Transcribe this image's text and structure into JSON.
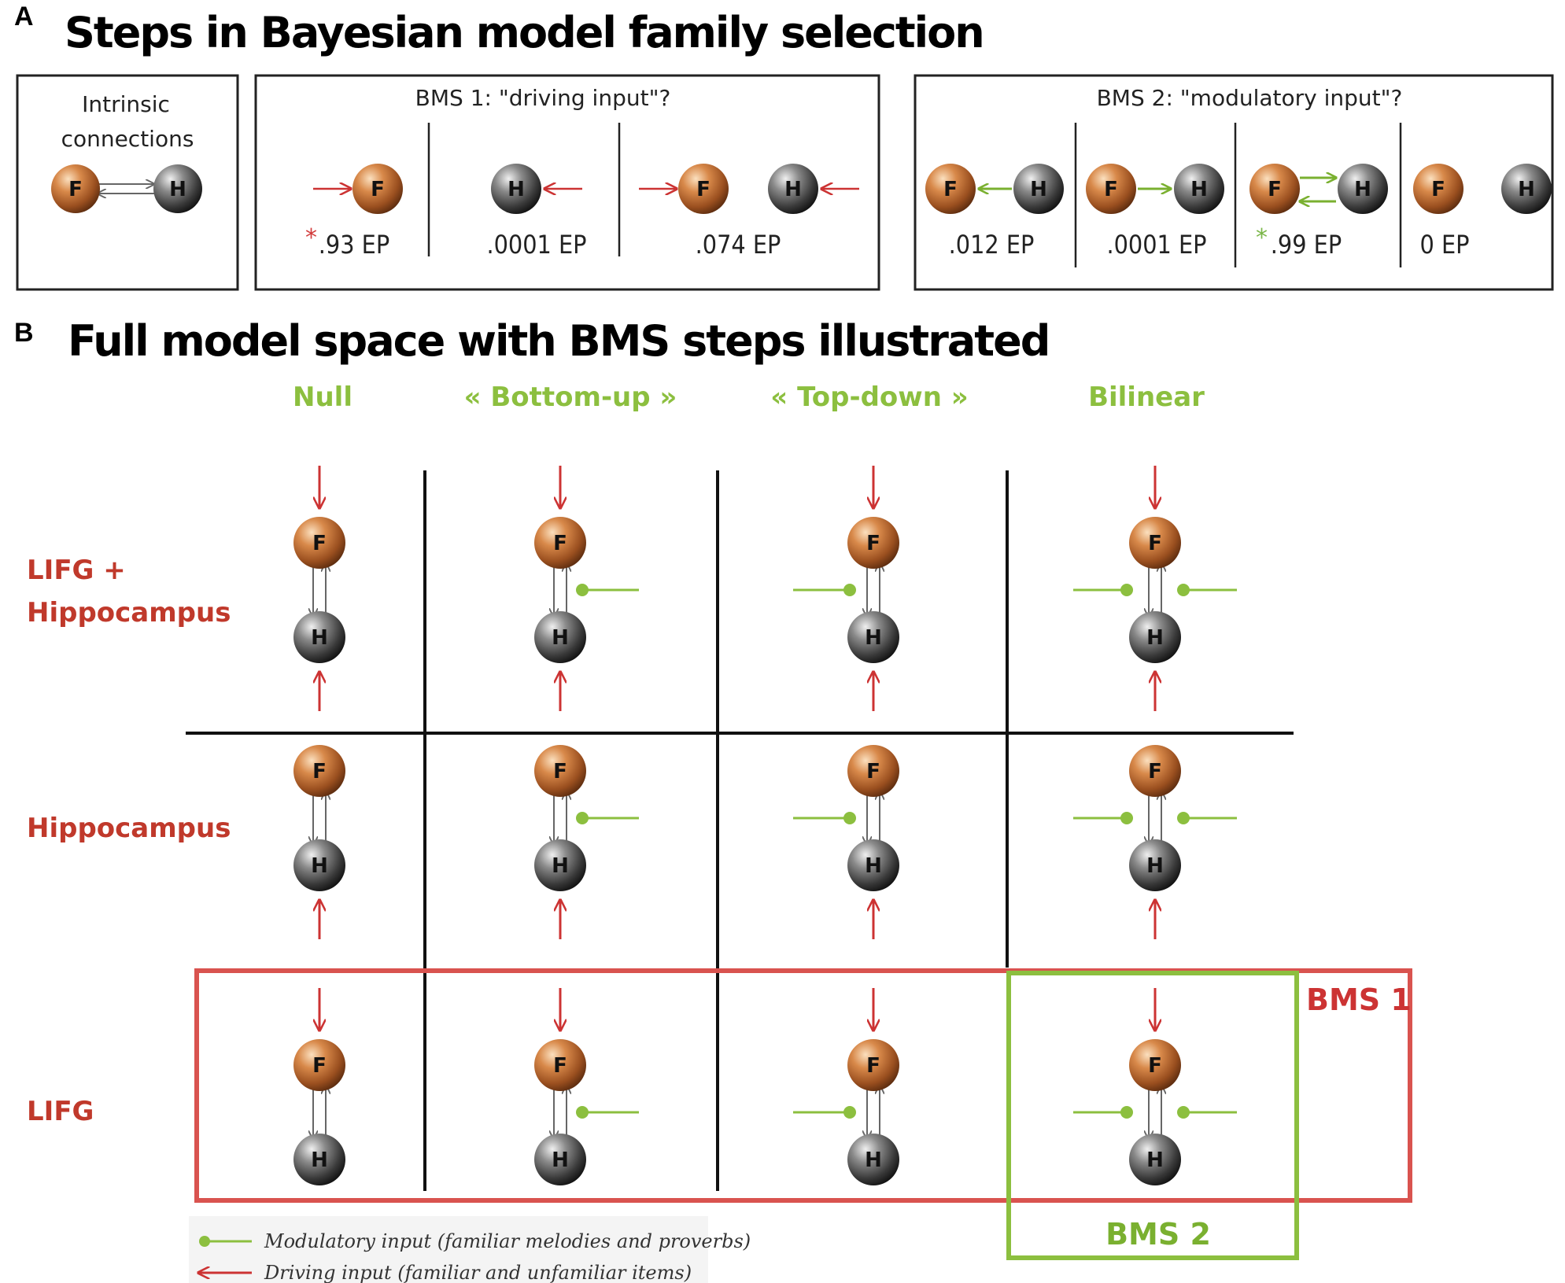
{
  "panel_a": {
    "letter": "A",
    "heading": "Steps in Bayesian model family selection",
    "intrinsic_title_line1": "Intrinsic",
    "intrinsic_title_line2": "connections",
    "bms1_title": "BMS 1: \"driving input\"?",
    "bms1_ep": [
      ".93 EP",
      ".0001 EP",
      ".074 EP"
    ],
    "bms2_title": "BMS 2: \"modulatory input\"?",
    "bms2_ep": [
      ".012 EP",
      ".0001 EP",
      ".99 EP",
      "0 EP"
    ],
    "star": "*"
  },
  "panel_b": {
    "letter": "B",
    "heading": "Full model space with BMS steps illustrated",
    "columns": [
      "Null",
      "« Bottom-up »",
      "« Top-down »",
      "Bilinear"
    ],
    "rows": [
      {
        "line1": "LIFG +",
        "line2": "Hippocampus"
      },
      {
        "line1": "Hippocampus",
        "line2": ""
      },
      {
        "line1": "LIFG",
        "line2": ""
      }
    ],
    "bms1_label": "BMS 1",
    "bms2_label": "BMS 2",
    "legend": {
      "modulatory": "Modulatory input (familiar melodies and proverbs)",
      "driving": "Driving input (familiar and unfamiliar items)"
    }
  },
  "nodes": {
    "f_label": "F",
    "h_label": "H"
  },
  "colors": {
    "driving": "#cc3333",
    "modulatory": "#8cbf3f",
    "frame": "#222222",
    "bms1_box": "#d9534f",
    "bms2_box": "#8cbf3f",
    "node_f": "#b5652a",
    "node_h": "#4a4a4a"
  }
}
